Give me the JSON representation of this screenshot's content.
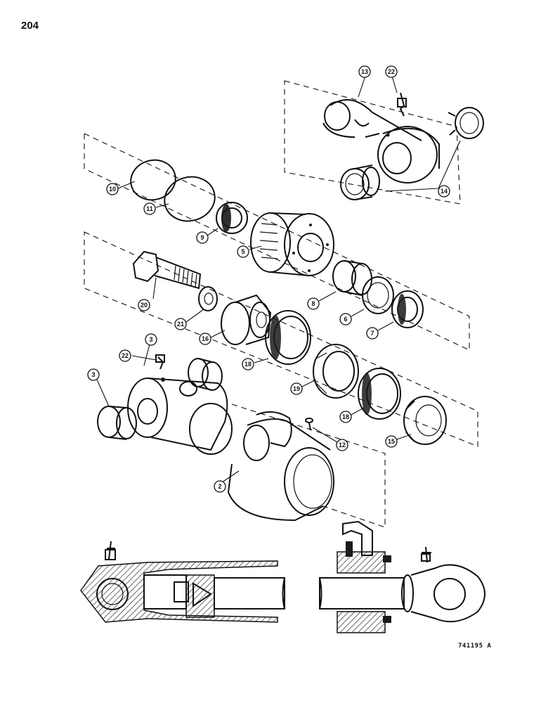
{
  "page": {
    "number": "204",
    "figure_code": "741195 A"
  },
  "callouts": [
    "2",
    "3",
    "3",
    "5",
    "6",
    "7",
    "8",
    "9",
    "10",
    "11",
    "12",
    "13",
    "14",
    "15",
    "16",
    "18",
    "18",
    "19",
    "20",
    "21",
    "22",
    "22"
  ]
}
